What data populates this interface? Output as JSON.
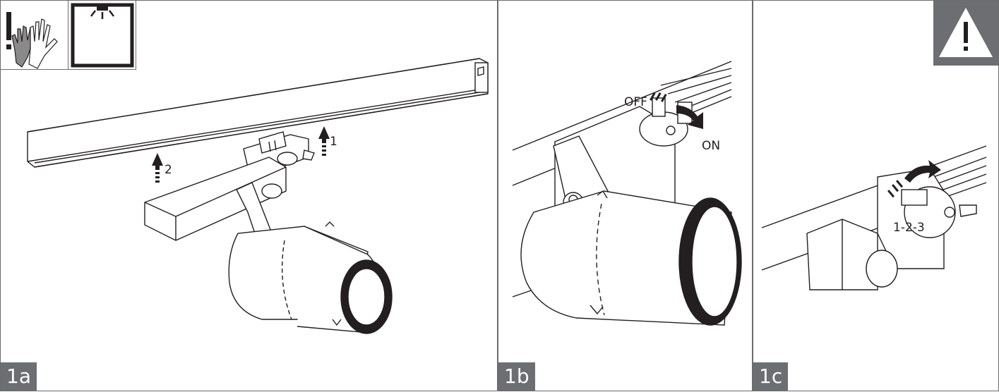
{
  "panels": [
    {
      "id": "1a",
      "tag": "1a",
      "labels": {
        "arrow1": "1",
        "arrow2": "2"
      }
    },
    {
      "id": "1b",
      "tag": "1b",
      "labels": {
        "off": "OFF",
        "on": "ON"
      }
    },
    {
      "id": "1c",
      "tag": "1c",
      "labels": {
        "setting": "1-2-3"
      }
    }
  ],
  "icons": {
    "attention": "exclamation-icon",
    "gloves": "gloves-icon",
    "power_off": "ceiling-power-off-icon",
    "warning": "warning-triangle-icon"
  },
  "colors": {
    "tag_bg": "#6d6e71",
    "line": "#231f20",
    "icon_gray": "#8a8a8a"
  }
}
